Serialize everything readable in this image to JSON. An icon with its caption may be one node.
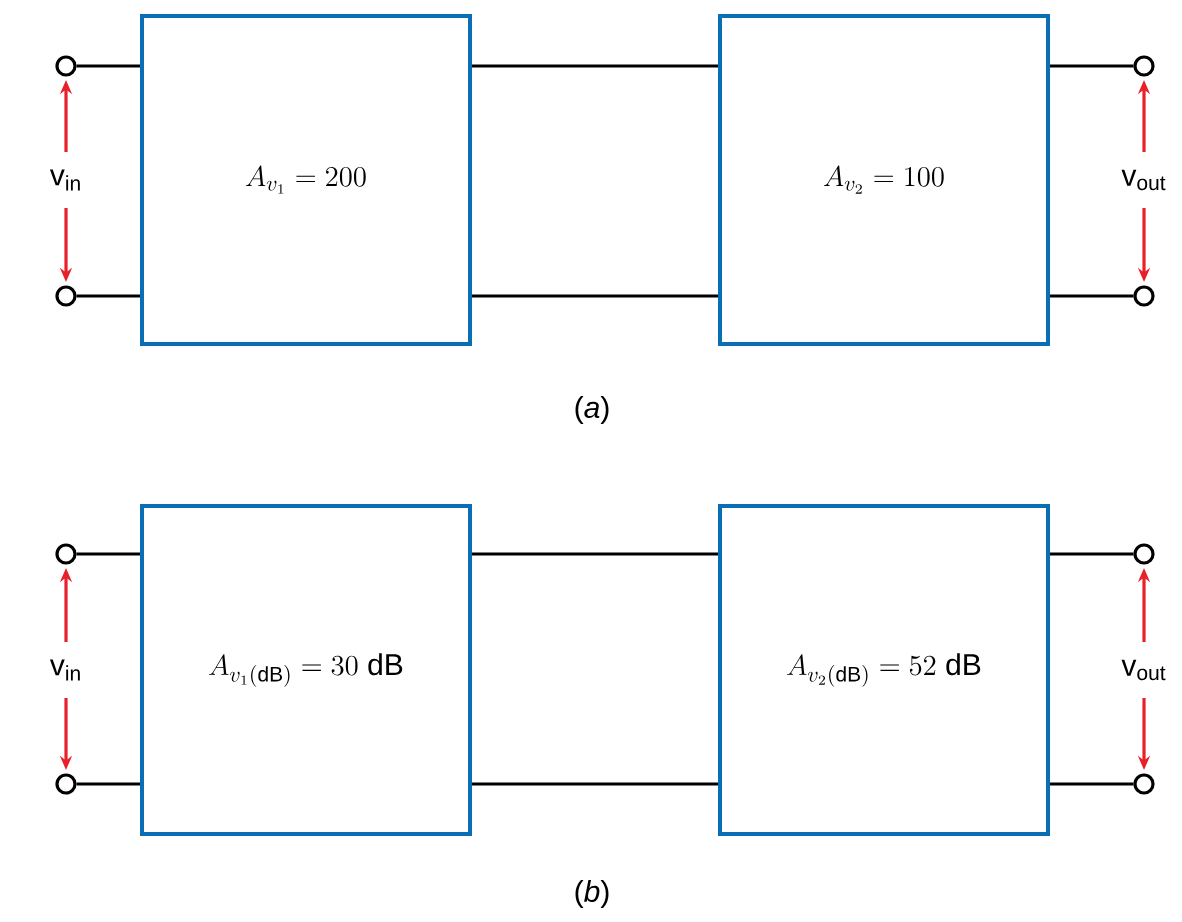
{
  "diagram": {
    "nodes": [
      {
        "text": [],
        "shape": "circle"
      },
      {
        "text": [
          "A_{v_1}= 200"
        ]
      },
      {
        "text": [
          "A_{v_2}= 100"
        ]
      },
      {
        "text": [],
        "shape": "circle"
      },
      {
        "text": [],
        "shape": "circle"
      },
      {
        "text": [],
        "shape": "circle"
      },
      {
        "text": [],
        "shape": "circle"
      },
      {
        "text": [
          "A_{v_1(\\mathrm{dB})} = 30\\ \\mathrm{dB}"
        ]
      },
      {
        "text": [
          "A_{v_2(\\mathrm{dB})} = 52\\ \\mathrm{dB}"
        ]
      },
      {
        "text": [],
        "shape": "circle"
      },
      {
        "text": [],
        "shape": "circle"
      },
      {
        "text": [],
        "shape": "circle"
      }
    ],
    "edges": [
      {
        "from": 0,
        "to": 1,
        "arrow": "none"
      },
      {
        "from": 4,
        "to": 1,
        "arrow": "none"
      },
      {
        "from": 1,
        "to": 2,
        "arrow": "none"
      },
      {
        "from": 1,
        "to": 2,
        "arrow": "none"
      },
      {
        "from": 2,
        "to": 3,
        "arrow": "none"
      },
      {
        "from": 2,
        "to": 5,
        "arrow": "none"
      },
      {
        "from": 6,
        "to": 7,
        "arrow": "none"
      },
      {
        "from": 10,
        "to": 7,
        "arrow": "none"
      },
      {
        "from": 7,
        "to": 8,
        "arrow": "none"
      },
      {
        "from": 7,
        "to": 8,
        "arrow": "none"
      },
      {
        "from": 8,
        "to": 9,
        "arrow": "none"
      },
      {
        "from": 8,
        "to": 11,
        "arrow": "none"
      }
    ],
    "labels": [
      "v$_{in}$",
      "v$_{out}$",
      "(*a*)",
      "v$_{in}$",
      "v$_{out}$",
      "(*b*)"
    ]
  }
}
